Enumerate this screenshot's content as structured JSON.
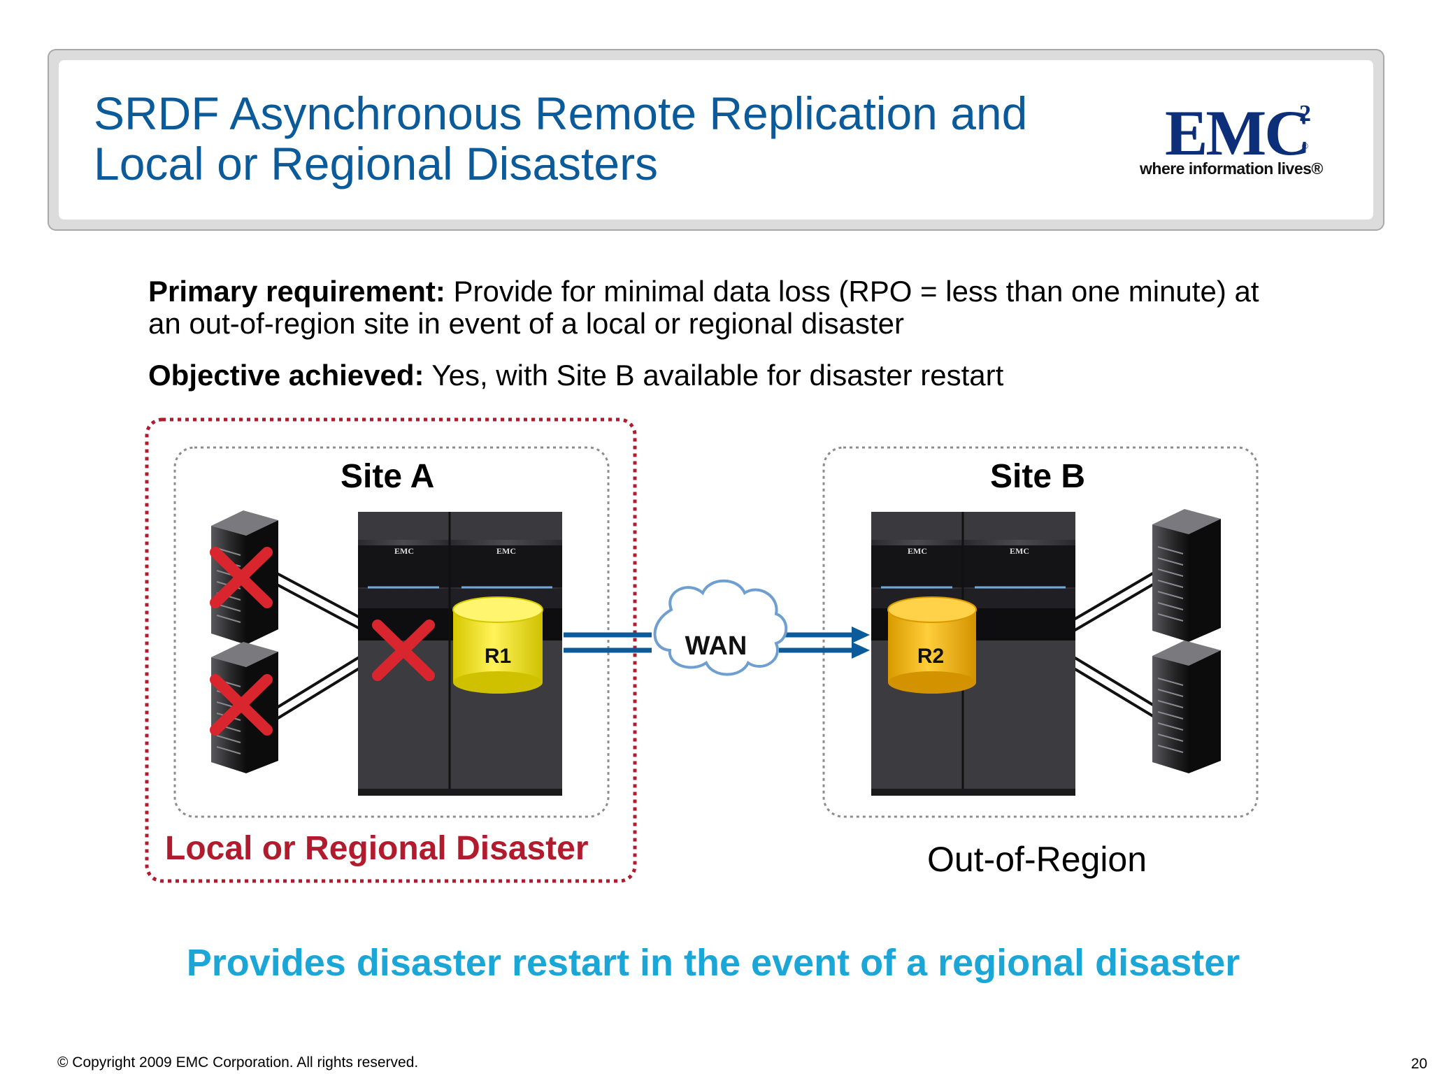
{
  "slide": {
    "title_line1": "SRDF Asynchronous Remote Replication and",
    "title_line2": "Local or Regional Disasters",
    "logo": {
      "word": "EMC",
      "sup": "2",
      "reg": "®",
      "tagline": "where information lives®"
    },
    "requirement_label": "Primary requirement:",
    "requirement_text": " Provide for minimal data loss (RPO = less than one minute) at an out-of-region site in event of a local or regional disaster",
    "objective_label": "Objective achieved:",
    "objective_text": " Yes, with Site B available for disaster restart",
    "conclusion": "Provides disaster restart in the event of a regional disaster",
    "copyright": "© Copyright 2009 EMC Corporation. All rights reserved.",
    "page_number": "20"
  },
  "diagram": {
    "site_a": "Site A",
    "site_b": "Site B",
    "disaster_label": "Local or Regional Disaster",
    "region_label": "Out-of-Region",
    "wan": "WAN",
    "r1": "R1",
    "r2": "R2",
    "array_brand": "EMC",
    "colors": {
      "disaster": "#b01c2e",
      "wan_arrow": "#0b5a9a",
      "r1": "#f2e600",
      "r2": "#f3b400",
      "x_mark": "#d9262e"
    }
  }
}
